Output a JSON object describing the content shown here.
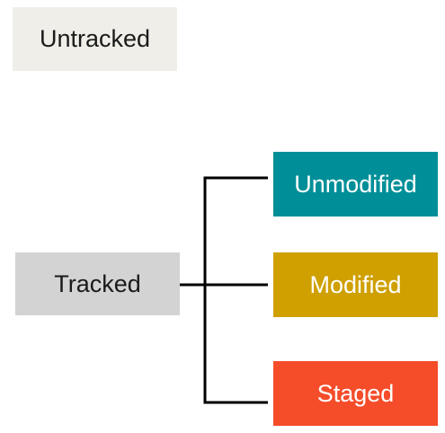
{
  "nodes": {
    "untracked": {
      "label": "Untracked",
      "color": "#efeee9"
    },
    "tracked": {
      "label": "Tracked",
      "color": "#d3d3d3"
    },
    "unmodified": {
      "label": "Unmodified",
      "color": "#008f98"
    },
    "modified": {
      "label": "Modified",
      "color": "#cfa000"
    },
    "staged": {
      "label": "Staged",
      "color": "#f54c2a"
    }
  },
  "connector_color": "#000000"
}
